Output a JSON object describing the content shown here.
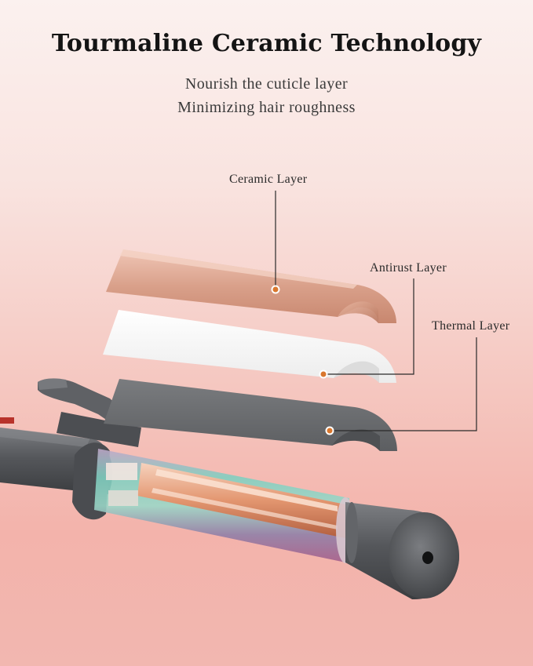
{
  "heading": {
    "title": "Tourmaline Ceramic Technology",
    "subtitle_line1": "Nourish the cuticle layer",
    "subtitle_line2": "Minimizing hair roughness"
  },
  "callouts": {
    "ceramic_layer": "Ceramic Layer",
    "antirust_layer": "Antirust Layer",
    "thermal_layer": "Thermal Layer"
  },
  "colors": {
    "ceramic": "#d9a08a",
    "antirust": "#ffffff",
    "thermal": "#6b6d70",
    "accent_dot": "#d9772e",
    "background_top": "#fbf1ef",
    "background_bottom": "#f2b7b0"
  }
}
